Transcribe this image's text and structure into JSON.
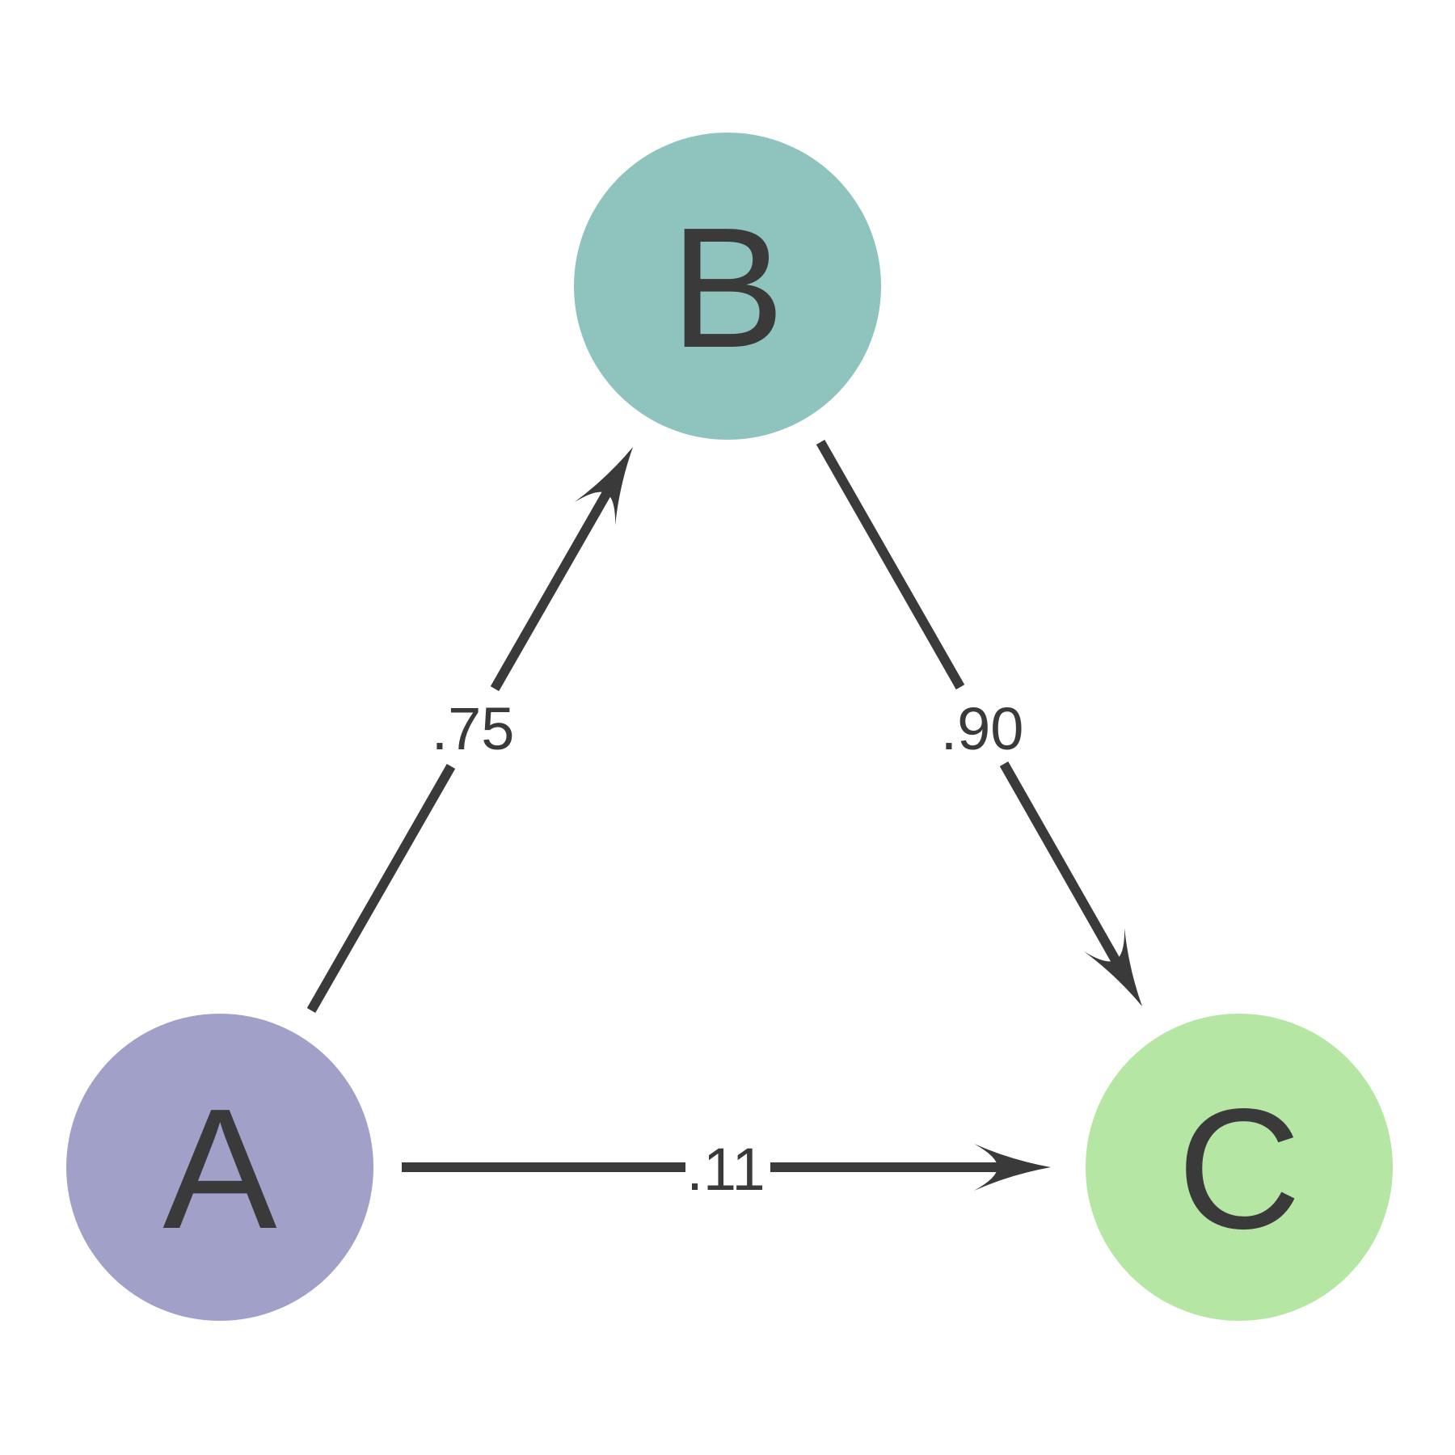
{
  "diagram": {
    "title": "three-node weighted directed graph",
    "background_color": "#ffffff",
    "edge_color": "#3a3a3a",
    "text_color": "#3a3a3a"
  },
  "nodes": [
    {
      "id": "A",
      "label": "A",
      "color": "#a1a0c8",
      "position": "bottom-left"
    },
    {
      "id": "B",
      "label": "B",
      "color": "#8fc3bd",
      "position": "top-center"
    },
    {
      "id": "C",
      "label": "C",
      "color": "#b6e6a4",
      "position": "bottom-right"
    }
  ],
  "edges": [
    {
      "from": "A",
      "to": "B",
      "weight": ".75"
    },
    {
      "from": "B",
      "to": "C",
      "weight": ".90"
    },
    {
      "from": "A",
      "to": "C",
      "weight": ".11"
    }
  ]
}
